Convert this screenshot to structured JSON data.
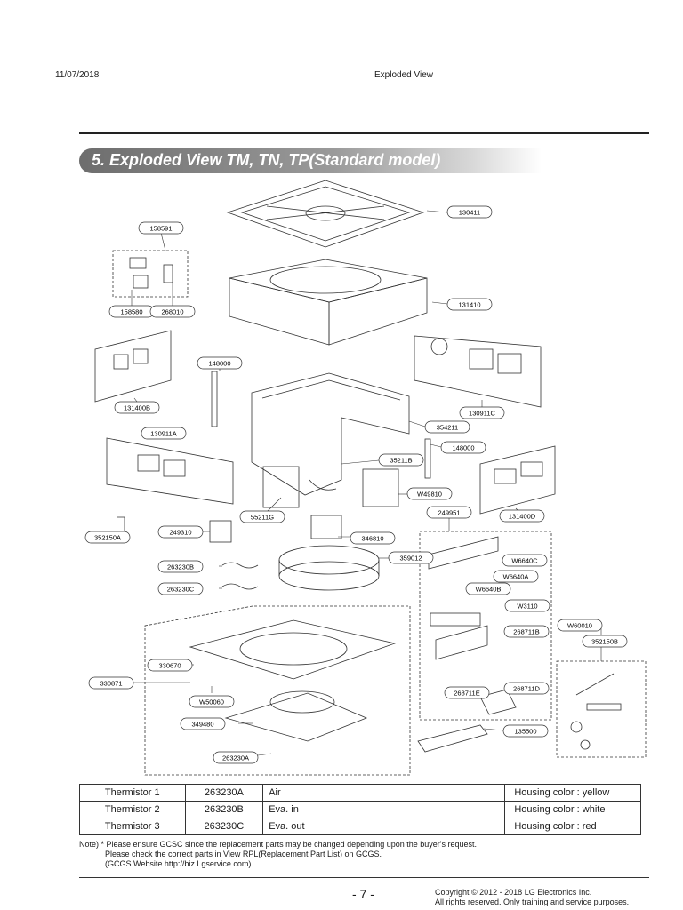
{
  "header": {
    "date": "11/07/2018",
    "title": "Exploded View"
  },
  "banner": {
    "title": "5. Exploded View TM, TN, TP(Standard model)"
  },
  "callouts": {
    "c130411": "130411",
    "c158591": "158591",
    "c131410": "131410",
    "c158580": "158580",
    "c268010": "268010",
    "c148000a": "148000",
    "c131400B": "131400B",
    "c130911C": "130911C",
    "c130911A": "130911A",
    "c354211": "354211",
    "c148000b": "148000",
    "c35211B": "35211B",
    "cW49810": "W49810",
    "c55211G": "55211G",
    "c249951": "249951",
    "c131400D": "131400D",
    "c352150A": "352150A",
    "c249310": "249310",
    "c346810": "346810",
    "c359012": "359012",
    "cW6640C": "W6640C",
    "c263230B": "263230B",
    "cW6640A": "W6640A",
    "c263230C": "263230C",
    "cW6640B": "W6640B",
    "cW3110": "W3110",
    "c268711B": "268711B",
    "cW60010": "W60010",
    "c352150B": "352150B",
    "c330670": "330670",
    "c330871": "330871",
    "cW50060": "W50060",
    "c268711E": "268711E",
    "c268711D": "268711D",
    "c349480": "349480",
    "c135500": "135500",
    "c263230A": "263230A"
  },
  "parts_table": [
    {
      "name": "Thermistor 1",
      "code": "263230A",
      "location": "Air",
      "housing": "Housing color : yellow"
    },
    {
      "name": "Thermistor 2",
      "code": "263230B",
      "location": "Eva. in",
      "housing": "Housing color : white"
    },
    {
      "name": "Thermistor 3",
      "code": "263230C",
      "location": "Eva. out",
      "housing": "Housing color : red"
    }
  ],
  "note": {
    "line1": "Note) * Please ensure GCSC since the replacement parts may be changed depending upon the buyer's request.",
    "line2": "Please check the correct parts in View RPL(Replacement Part List) on GCGS.",
    "line3": "(GCGS Website http://biz.Lgservice.com)"
  },
  "footer": {
    "page": "- 7 -",
    "copyright1": "Copyright © 2012 - 2018 LG Electronics Inc.",
    "copyright2": "All rights reserved. Only training and service purposes."
  }
}
